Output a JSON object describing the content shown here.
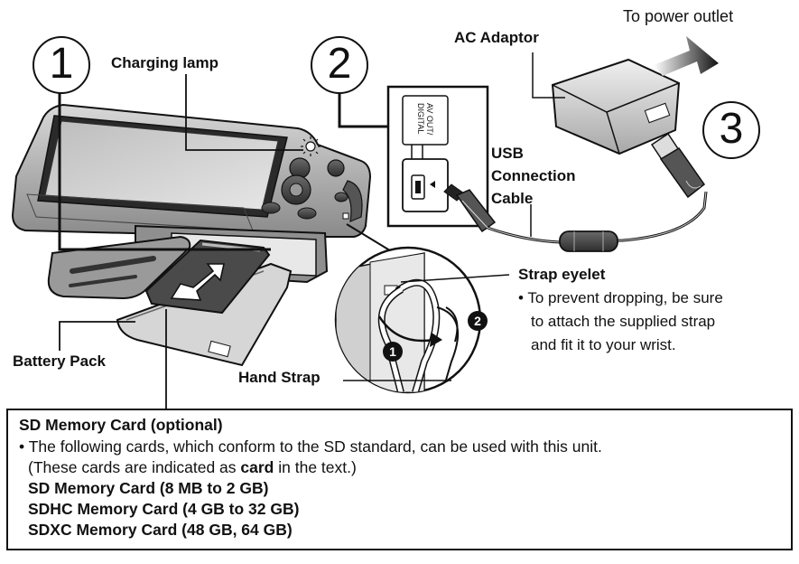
{
  "labels": {
    "power_outlet": "To power outlet",
    "ac_adaptor": "AC Adaptor",
    "charging_lamp": "Charging lamp",
    "usb_cable_line1": "USB",
    "usb_cable_line2": "Connection",
    "usb_cable_line3": "Cable",
    "strap_eyelet": "Strap eyelet",
    "strap_note_line1": "To prevent dropping, be sure",
    "strap_note_line2": "to attach the supplied strap",
    "strap_note_line3": "and fit it to your wrist.",
    "battery_pack": "Battery Pack",
    "hand_strap": "Hand Strap",
    "port_line1": "AV OUT/",
    "port_line2": "DIGITAL"
  },
  "steps": {
    "one": "1",
    "two": "2",
    "three": "3",
    "strap_a": "1",
    "strap_b": "2"
  },
  "info": {
    "title": "SD Memory Card (optional)",
    "line1": "The following cards, which conform to the SD standard, can be used with this unit.",
    "line2_pre": "(These cards are indicated as ",
    "line2_bold": "card",
    "line2_post": " in the text.)",
    "card1": "SD Memory Card (8 MB to 2 GB)",
    "card2": "SDHC Memory Card (4 GB to 32 GB)",
    "card3": "SDXC Memory Card (48 GB, 64 GB)"
  }
}
